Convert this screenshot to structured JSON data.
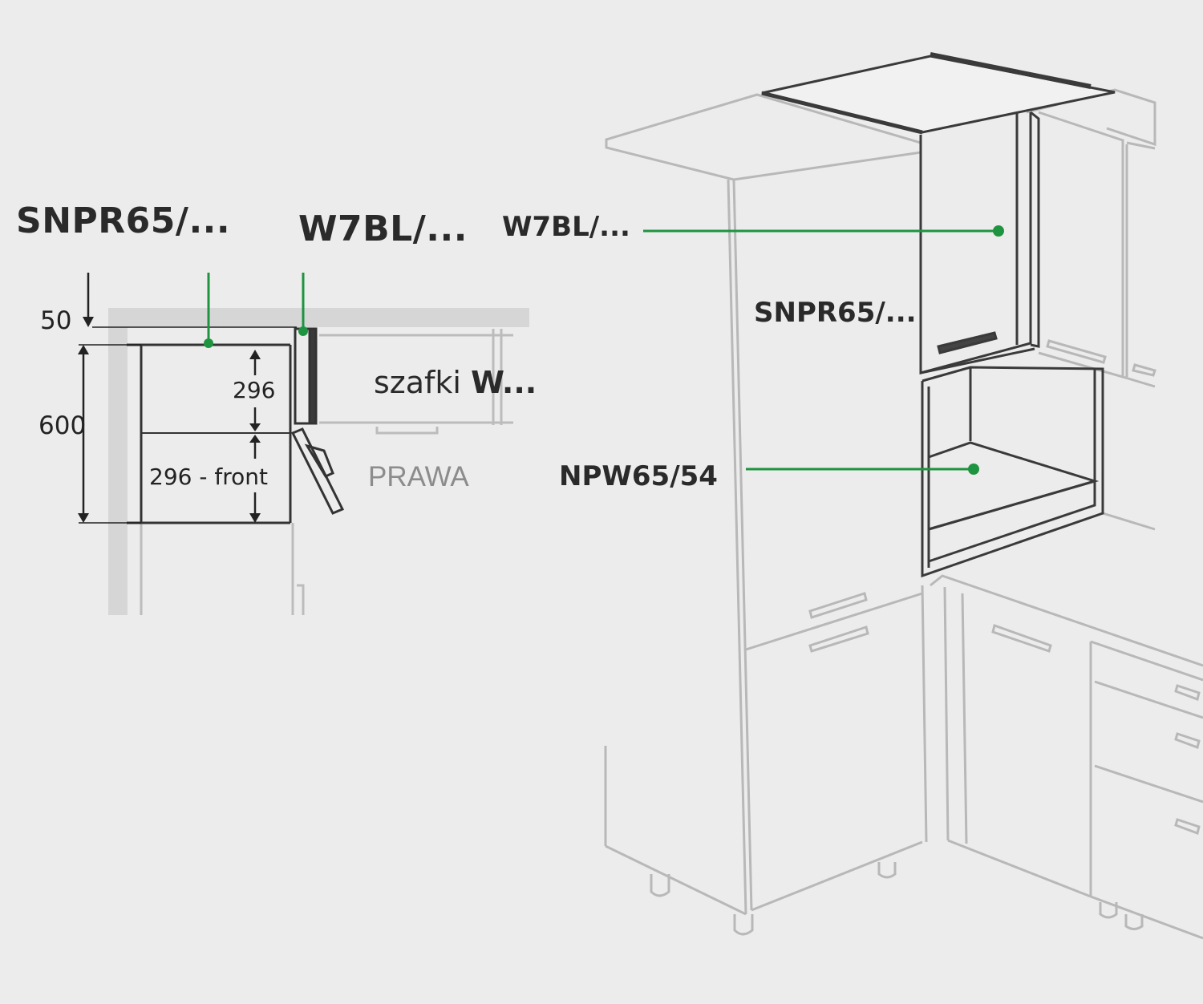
{
  "plan": {
    "label_snpr": "SNPR65/...",
    "label_w7bl": "W7BL/...",
    "dim_top": "50",
    "dim_height": "600",
    "dim_upper": "296",
    "dim_lower": "296 - front",
    "side_label_prefix": "szafki",
    "side_label_code": "W...",
    "direction": "PRAWA"
  },
  "perspective": {
    "label_w7bl": "W7BL/...",
    "label_snpr": "SNPR65/...",
    "label_npw": "NPW65/54"
  },
  "colors": {
    "background": "#ececec",
    "accent_green": "#1e9440",
    "line_light": "#b8b8b8",
    "line_dark": "#3a3a3a",
    "wall_fill": "#d9d9d9",
    "label_gray": "#8c8c8c"
  }
}
